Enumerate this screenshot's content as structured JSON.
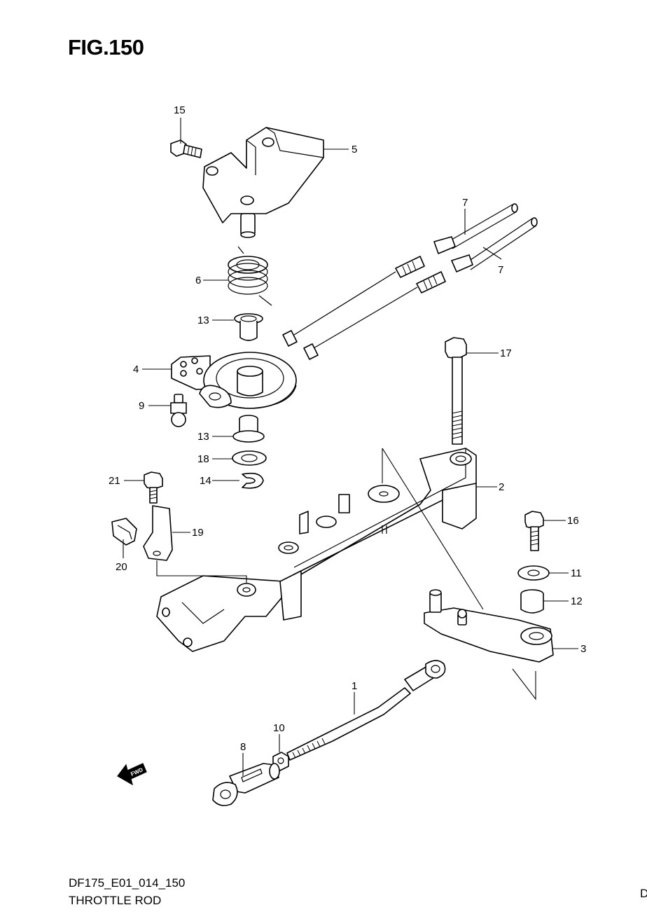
{
  "figure": {
    "title": "FIG.150"
  },
  "footer": {
    "code": "DF175_E01_014_150",
    "name": "THROTTLE ROD",
    "edge_mark": "D"
  },
  "fwd_arrow": {
    "label": "FWD",
    "icon": "fwd-arrow-icon"
  },
  "callouts": {
    "c1": "1",
    "c2": "2",
    "c3": "3",
    "c4": "4",
    "c5": "5",
    "c6": "6",
    "c7a": "7",
    "c7b": "7",
    "c8": "8",
    "c9": "9",
    "c10": "10",
    "c11": "11",
    "c12": "12",
    "c13a": "13",
    "c13b": "13",
    "c14": "14",
    "c15": "15",
    "c16": "16",
    "c17": "17",
    "c18": "18",
    "c19": "19",
    "c20": "20",
    "c21": "21"
  }
}
